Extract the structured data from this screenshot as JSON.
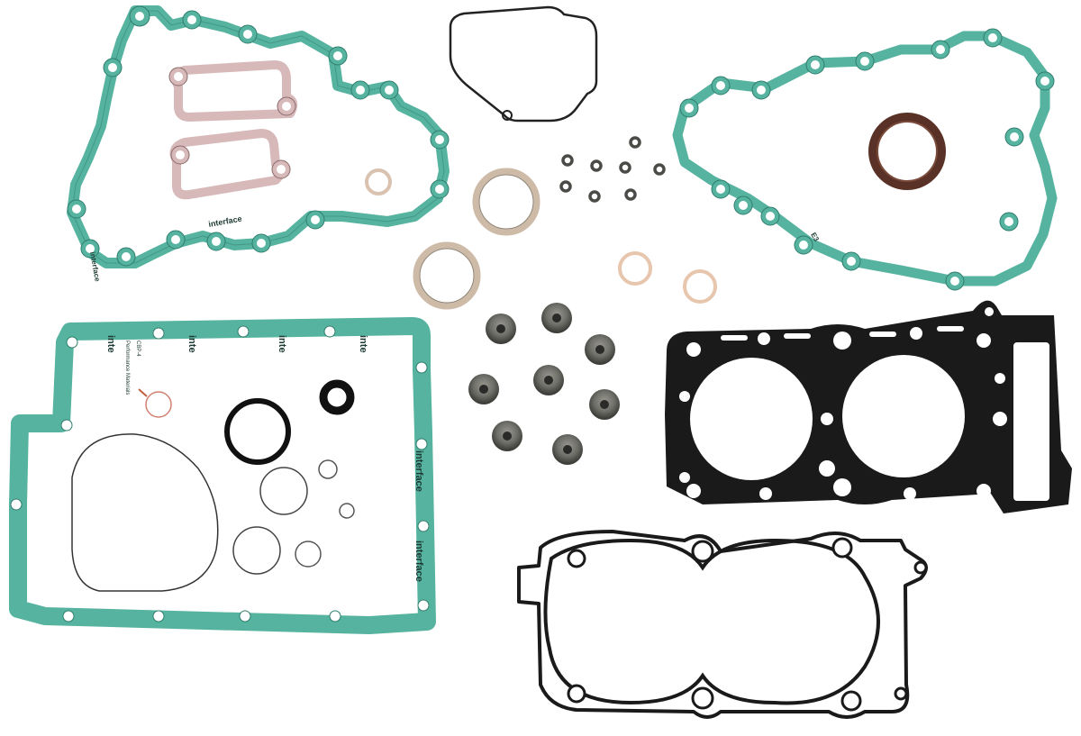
{
  "image": {
    "subject": "Engine complete gasket kit",
    "background": "#ffffff"
  },
  "colors": {
    "fiber_gasket": "#56b3a0",
    "fiber_gasket_edge": "#2f7d6d",
    "pink_gasket": "#d7b9b9",
    "pink_gasket_edge": "#8a6a6a",
    "metal_gasket": "#1a1a1a",
    "copper_ring": "#c9a98c",
    "valve_seal": "#6e6e68",
    "brown_seal": "#5a3126",
    "black_oring": "#111111"
  },
  "printed_text": {
    "brand": "interface",
    "brand_short": "inte",
    "line2": "Performance Materials",
    "line3": "CBP-4",
    "code": "E3"
  },
  "parts": [
    {
      "name": "Left crankcase cover gasket",
      "material": "fiber"
    },
    {
      "name": "Thermostat housing gaskets",
      "count": 2,
      "material": "pink fiber"
    },
    {
      "name": "Valve cover gasket",
      "material": "rubber wire"
    },
    {
      "name": "Right crankcase cover gasket",
      "material": "fiber"
    },
    {
      "name": "Crankshaft oil seal",
      "material": "rubber"
    },
    {
      "name": "Exhaust rings",
      "count": 2,
      "material": "graphite/steel"
    },
    {
      "name": "Copper crush washers",
      "count": 3
    },
    {
      "name": "Small o-rings",
      "count": 8
    },
    {
      "name": "Valve stem seals",
      "count": 8
    },
    {
      "name": "Oil pan gasket",
      "material": "fiber"
    },
    {
      "name": "Assorted o-rings and seals",
      "count": 9
    },
    {
      "name": "Cylinder head gasket",
      "material": "multi-layer steel"
    },
    {
      "name": "Cylinder base gasket",
      "material": "steel"
    }
  ]
}
